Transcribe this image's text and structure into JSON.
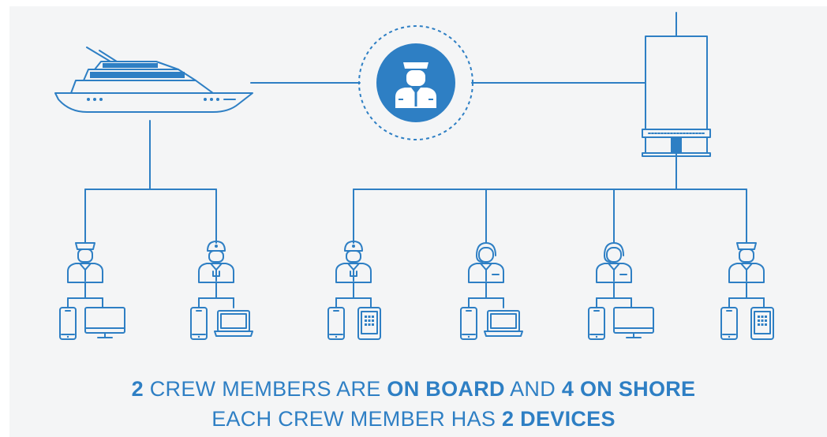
{
  "caption": {
    "line1": [
      {
        "text": "2",
        "bold": true
      },
      {
        "text": " CREW MEMBERS ARE ",
        "bold": false
      },
      {
        "text": "ON BOARD",
        "bold": true
      },
      {
        "text": " AND ",
        "bold": false
      },
      {
        "text": "4 ON SHORE",
        "bold": true
      }
    ],
    "line2": [
      {
        "text": "EACH CREW MEMBER HAS ",
        "bold": false
      },
      {
        "text": "2 DEVICES",
        "bold": true
      }
    ]
  },
  "nodes": {
    "hub": "captain-icon",
    "left": "yacht-icon",
    "right": "office-building-icon"
  },
  "crew": [
    {
      "group": "on-board",
      "person": "officer-icon",
      "devices": [
        "smartphone-icon",
        "monitor-icon"
      ]
    },
    {
      "group": "on-board",
      "person": "mechanic-icon",
      "devices": [
        "smartphone-icon",
        "laptop-icon"
      ]
    },
    {
      "group": "on-shore",
      "person": "mechanic-icon",
      "devices": [
        "smartphone-icon",
        "tablet-icon"
      ]
    },
    {
      "group": "on-shore",
      "person": "headset-operator-icon",
      "devices": [
        "smartphone-icon",
        "laptop-icon"
      ]
    },
    {
      "group": "on-shore",
      "person": "headset-operator-icon",
      "devices": [
        "smartphone-icon",
        "monitor-icon"
      ]
    },
    {
      "group": "on-shore",
      "person": "officer-icon",
      "devices": [
        "smartphone-icon",
        "tablet-icon"
      ]
    }
  ],
  "colors": {
    "accent": "#2e7fc4",
    "background": "#f4f5f6"
  }
}
